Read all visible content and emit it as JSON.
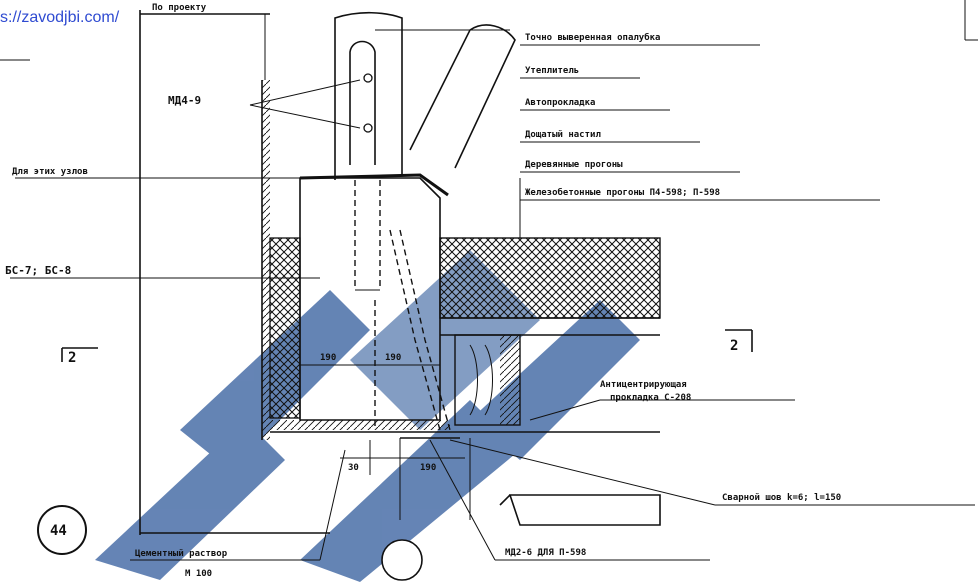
{
  "watermark": {
    "url": "s://zavodjbi.com/",
    "url_color": "#2f4bd1",
    "stamp_color": "#4a6fa8"
  },
  "labels": {
    "top_left": "По проекту",
    "md4_9": "МД4-9",
    "gornaya_polosa": "Для этих узлов",
    "bs": "БС-7; БС-8",
    "section_left": "2",
    "dim_a": "190",
    "dim_b": "190",
    "dim_c": "30",
    "dim_d": "190",
    "page_number": "44",
    "cement_line1": "Цементный раствор",
    "cement_line2": "М 100",
    "md2_6": "МД2-6  ДЛЯ  П-598",
    "weld": "Сварной шов  k=6; l=150",
    "anticentr_line1": "Антицентрирующая",
    "anticentr_line2": "прокладка  С-208",
    "section_right": "2",
    "right_1": "Точно выверенная опалубка",
    "right_2": "Утеплитель",
    "right_3": "Автопрокладка",
    "right_4": "Дощатый настил",
    "right_5": "Деревянные прогоны",
    "right_6": "Железобетонные прогоны  П4-598; П-598"
  }
}
